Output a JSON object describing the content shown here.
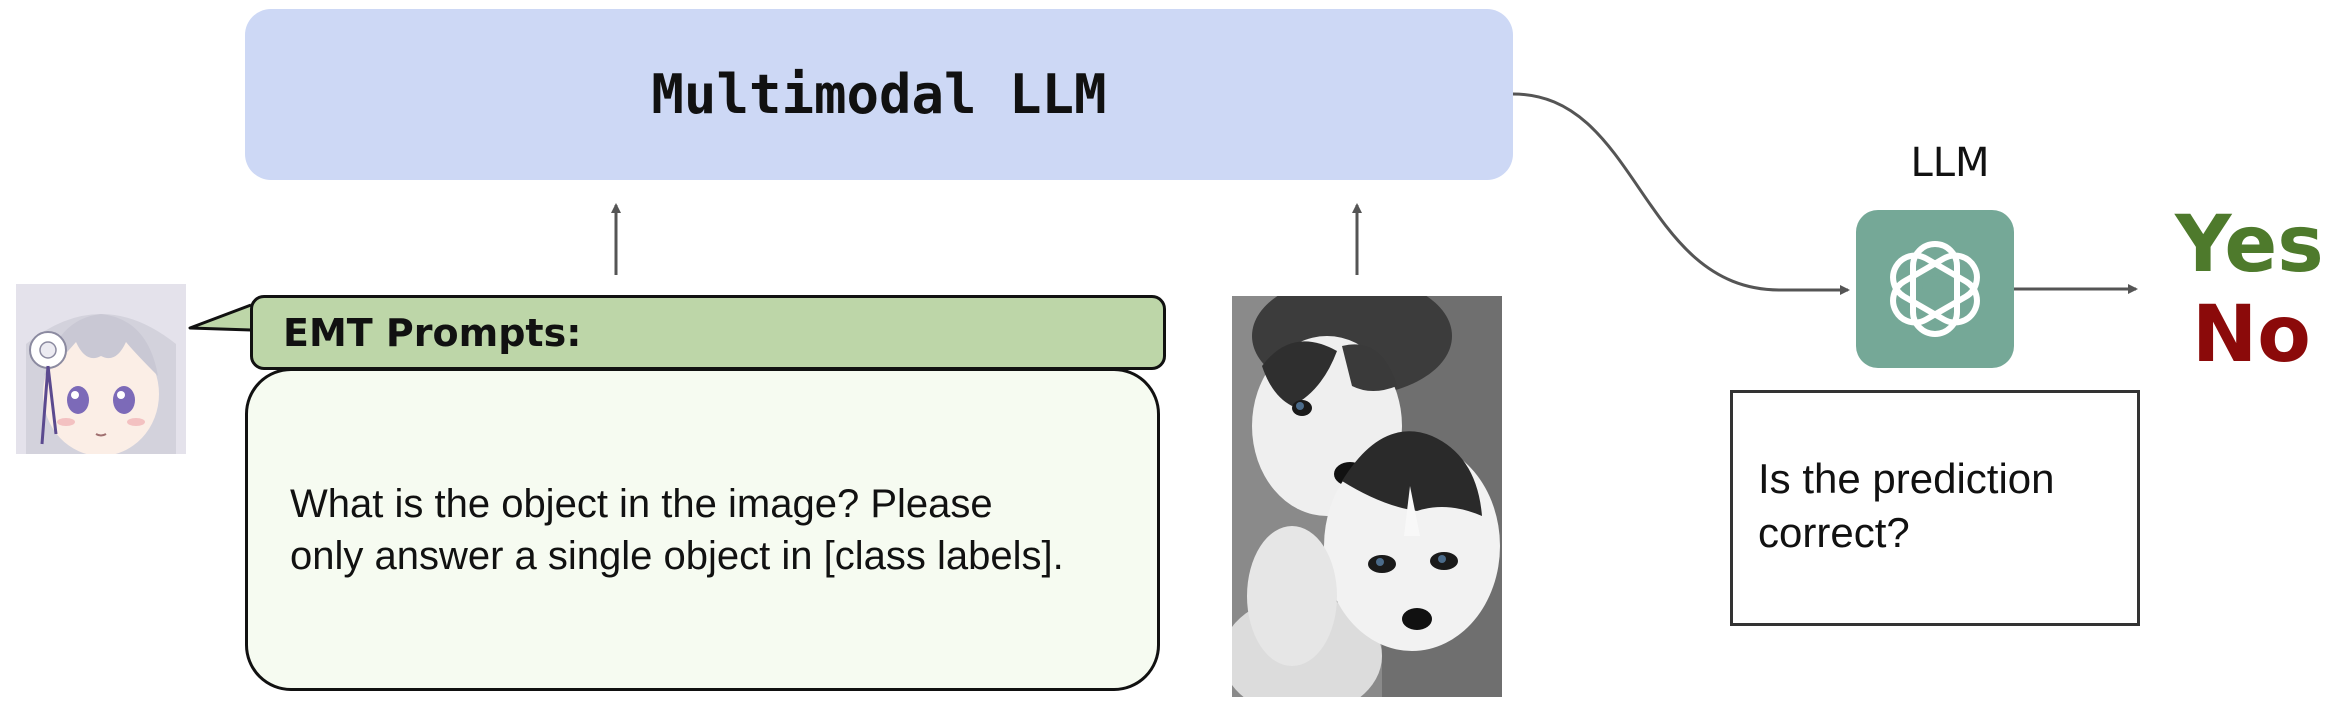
{
  "mllm": {
    "title": "Multimodal LLM"
  },
  "prompt": {
    "header": "EMT Prompts:",
    "line1": "What is the object in the image? Please",
    "line2": "only answer a single object in [class labels]."
  },
  "evaluator": {
    "label": "LLM",
    "logo_icon": "openai-logo-icon",
    "question_line1": "Is the prediction",
    "question_line2": "correct?",
    "yes": "Yes",
    "no": "No"
  },
  "colors": {
    "mllm_box": "#cdd8f5",
    "prompt_header": "#bdd6a8",
    "prompt_body": "#f6fbf1",
    "llm_logo": "#75a897",
    "yes": "#4e7a2c",
    "no": "#8b0a0a",
    "arrow": "#555555"
  },
  "icons": {
    "avatar": "anime-character-avatar-icon",
    "photo": "husky-puppies-photo"
  }
}
